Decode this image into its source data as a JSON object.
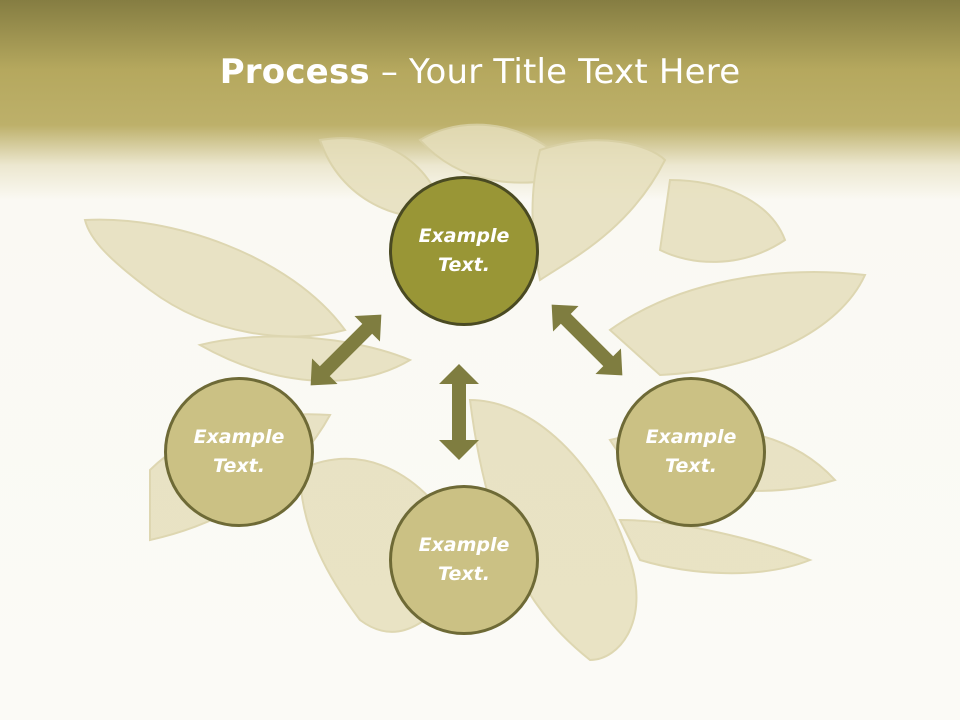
{
  "title": {
    "bold": "Process",
    "rest": " – Your Title Text Here"
  },
  "nodes": [
    {
      "id": "top",
      "label": "Example Text."
    },
    {
      "id": "left",
      "label": "Example Text."
    },
    {
      "id": "right",
      "label": "Example Text."
    },
    {
      "id": "bottom",
      "label": "Example Text."
    }
  ],
  "colors": {
    "header": "#b5a85e",
    "node_primary": "#999636",
    "node": "#cbc184",
    "arrow": "#7f7d40"
  }
}
